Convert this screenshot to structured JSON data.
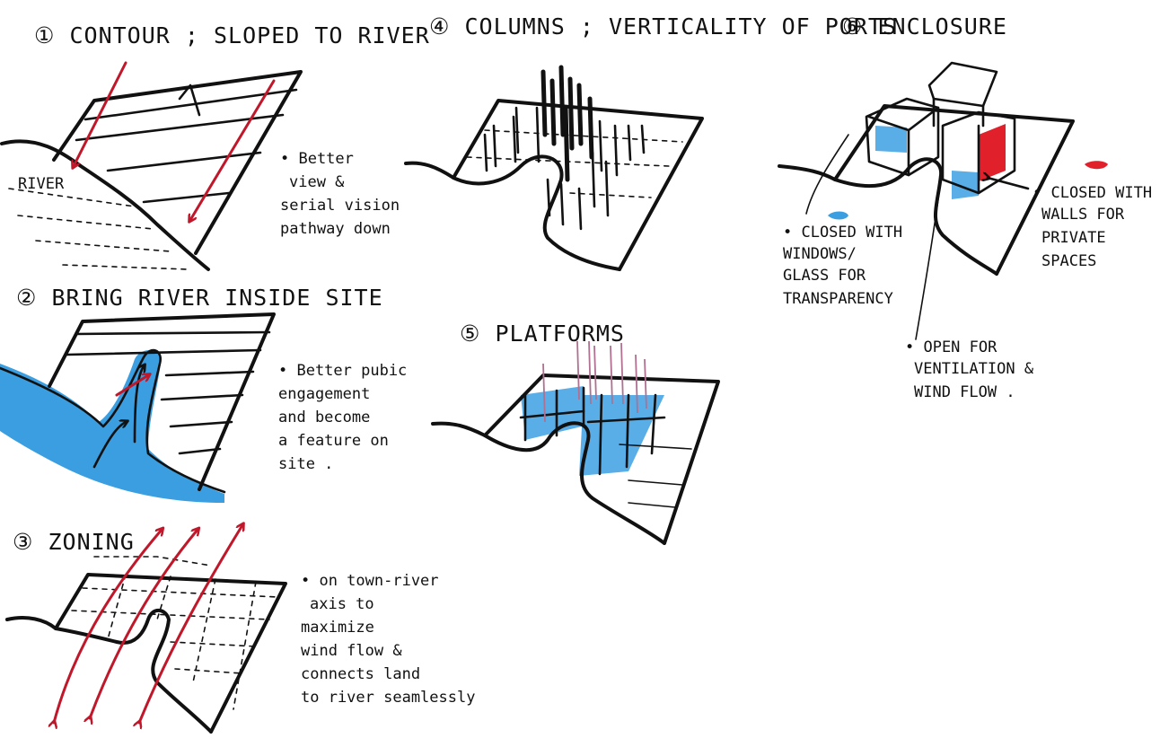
{
  "colors": {
    "ink": "#111111",
    "arrow_red": "#c0182a",
    "water_blue": "#3a9ee0",
    "glass_blue": "#5aaee8",
    "wall_red": "#e0202a"
  },
  "panels": [
    {
      "title": "① CONTOUR ; SLOPED TO RIVER",
      "labels": [
        "RIVER"
      ],
      "note_lines": [
        "• Better",
        "view &",
        "serial vision",
        "pathway down"
      ]
    },
    {
      "title": "② BRING RIVER INSIDE SITE",
      "note_lines": [
        "• Better pubic",
        "engagement",
        "and become",
        "a feature on",
        "site ."
      ]
    },
    {
      "title": "③ ZONING",
      "note_lines": [
        "• on town-river",
        "axis to",
        "maximize",
        "wind flow &",
        "connects land",
        "to river seamlessly"
      ]
    },
    {
      "title": "④ COLUMNS ; VERTICALITY OF PORTS"
    },
    {
      "title": "⑤ PLATFORMS"
    },
    {
      "title": "⑥ ENCLOSURE",
      "note_lines_blue": [
        "• CLOSED WITH",
        "WINDOWS/",
        "GLASS FOR",
        "TRANSPARENCY"
      ],
      "note_lines_red": [
        "• CLOSED WITH",
        "WALLS FOR",
        "PRIVATE",
        "SPACES"
      ],
      "note_lines_open": [
        "• OPEN FOR",
        "VENTILATION &",
        "WIND FLOW ."
      ]
    }
  ]
}
